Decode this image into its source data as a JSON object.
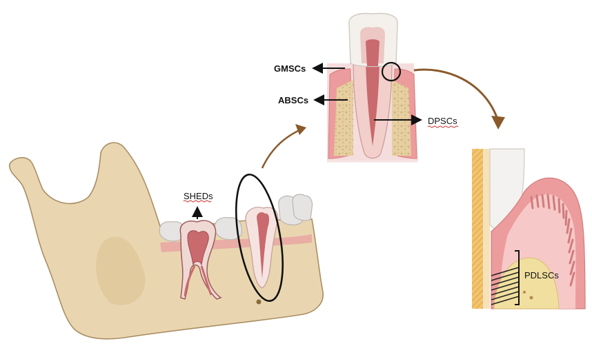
{
  "labels": {
    "gmscs": "GMSCs",
    "abscs": "ABSCs",
    "dpscs": "DPSCs",
    "sheds": "SHEDs",
    "pdlscs": "PDLSCs"
  },
  "colors": {
    "bone": "#e9d6b0",
    "bone_outline": "#a98d63",
    "gum": "#e98a8c",
    "pulp": "#c96a6e",
    "enamel": "#f4f1ec",
    "arrow_brown": "#8a5a2b",
    "label_text": "#111111",
    "spellcheck_underline": "#d42a2a"
  },
  "icons": [
    "mandible-illustration",
    "tooth-cross-section",
    "periodontal-ligament-closeup",
    "arrow"
  ]
}
